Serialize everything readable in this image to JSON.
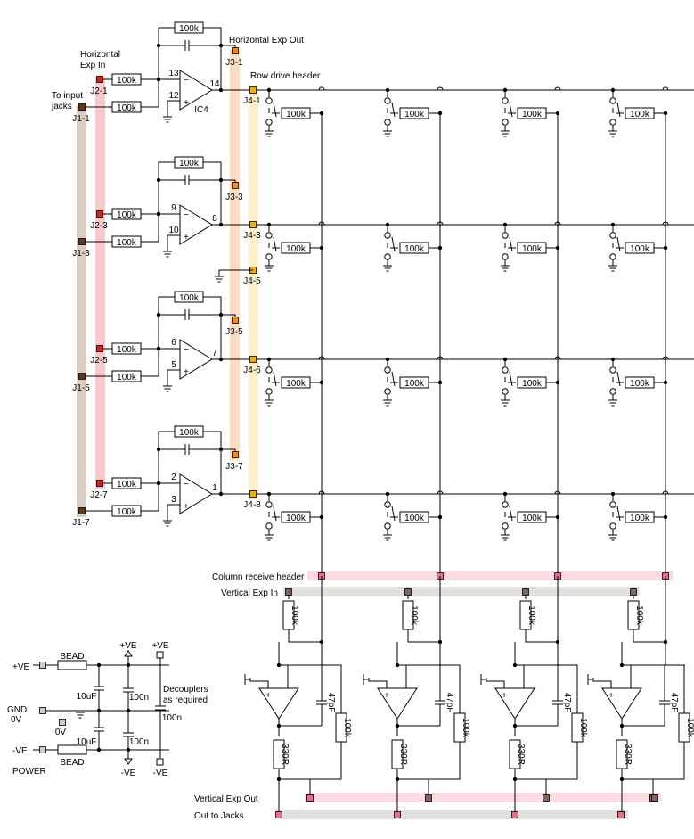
{
  "diagram": {
    "labels": {
      "horizontal_exp_in": [
        "Horizontal",
        "Exp In"
      ],
      "to_input_jacks": [
        "To input",
        "jacks"
      ],
      "horizontal_exp_out": "Horizontal Exp Out",
      "row_drive_header": "Row drive header",
      "column_receive_header": "Column receive header",
      "vertical_exp_in": "Vertical Exp In",
      "vertical_exp_out": "Vertical Exp Out",
      "out_to_jacks": "Out to Jacks",
      "ic4": "IC4",
      "decouplers": [
        "Decouplers",
        "as required"
      ],
      "power": "POWER"
    },
    "connectors": {
      "J1": [
        "J1-1",
        "J1-3",
        "J1-5",
        "J1-7"
      ],
      "J2": [
        "J2-1",
        "J2-3",
        "J2-5",
        "J2-7"
      ],
      "J3": [
        "J3-1",
        "J3-3",
        "J3-5",
        "J3-7"
      ],
      "J4": [
        "J4-1",
        "J4-3",
        "J4-5",
        "J4-6",
        "J4-8"
      ]
    },
    "opamp_pins": [
      {
        "minus": "13",
        "plus": "12",
        "out": "14"
      },
      {
        "minus": "9",
        "plus": "10",
        "out": "8"
      },
      {
        "minus": "6",
        "plus": "5",
        "out": "7"
      },
      {
        "minus": "2",
        "plus": "3",
        "out": "1"
      }
    ],
    "components": {
      "r100k": "100k",
      "cap47p": "47pF",
      "r330": "330R",
      "cap10u": "10uF",
      "cap100n": "100n",
      "bead": "BEAD"
    },
    "power": {
      "plus_ve": "+VE",
      "minus_ve": "-VE",
      "gnd": "GND",
      "zero_v": "0V"
    },
    "colors": {
      "j1_pad": "#5c3a1e",
      "j2_pad": "#e02020",
      "j3_pad": "#f08a1a",
      "j4_pad": "#f0b000",
      "col_pad": "#f06a8a",
      "vin_pad": "#7a6a5e",
      "j1_strip": "#d9cec4",
      "j2_strip": "#f8c8cc",
      "j3_strip": "#fbdcc4",
      "j4_strip": "#fdf0c8",
      "col_strip": "#fcdce2",
      "vin_strip": "#e2e0dc"
    }
  }
}
